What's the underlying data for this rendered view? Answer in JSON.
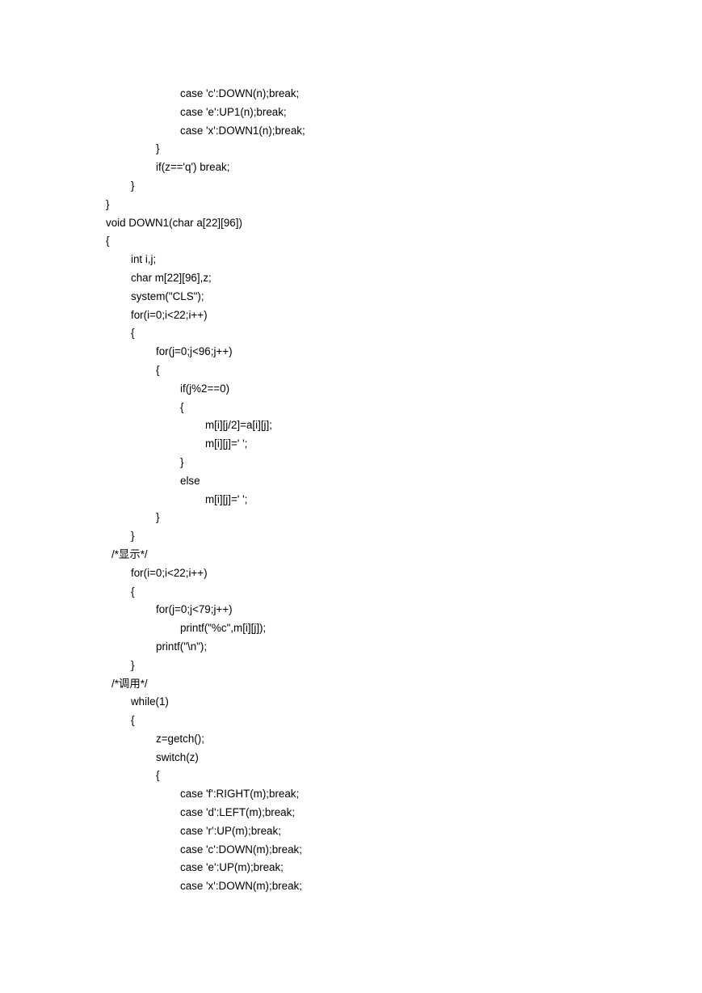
{
  "document": {
    "lines": [
      {
        "indent": 3,
        "text": "case 'c':DOWN(n);break;"
      },
      {
        "indent": 3,
        "text": "case 'e':UP1(n);break;"
      },
      {
        "indent": 3,
        "text": "case 'x':DOWN1(n);break;"
      },
      {
        "indent": 2,
        "text": "}"
      },
      {
        "indent": 2,
        "text": "if(z=='q') break;"
      },
      {
        "indent": 1,
        "text": "}"
      },
      {
        "indent": 0,
        "text": "}"
      },
      {
        "indent": 0,
        "text": "void DOWN1(char a[22][96])"
      },
      {
        "indent": 0,
        "text": "{"
      },
      {
        "indent": 1,
        "text": "int i,j;"
      },
      {
        "indent": 1,
        "text": "char m[22][96],z;"
      },
      {
        "indent": 1,
        "text": "system(\"CLS\");"
      },
      {
        "indent": 1,
        "text": "for(i=0;i<22;i++)"
      },
      {
        "indent": 1,
        "text": "{"
      },
      {
        "indent": 2,
        "text": "for(j=0;j<96;j++)"
      },
      {
        "indent": 2,
        "text": "{"
      },
      {
        "indent": 3,
        "text": "if(j%2==0)"
      },
      {
        "indent": 3,
        "text": "{"
      },
      {
        "indent": 4,
        "text": "m[i][j/2]=a[i][j];"
      },
      {
        "indent": 4,
        "text": "m[i][j]=' ';"
      },
      {
        "indent": 3,
        "text": "}"
      },
      {
        "indent": 3,
        "text": "else"
      },
      {
        "indent": 4,
        "text": "m[i][j]=' ';"
      },
      {
        "indent": 2,
        "text": "}"
      },
      {
        "indent": 1,
        "text": "}"
      },
      {
        "indent": 0,
        "comment": true,
        "text": "/*显示*/"
      },
      {
        "indent": 1,
        "text": "for(i=0;i<22;i++)"
      },
      {
        "indent": 1,
        "text": "{"
      },
      {
        "indent": 2,
        "text": "for(j=0;j<79;j++)"
      },
      {
        "indent": 3,
        "text": "printf(\"%c\",m[i][j]);"
      },
      {
        "indent": 2,
        "text": "printf(\"\\n\");"
      },
      {
        "indent": 1,
        "text": "}"
      },
      {
        "indent": 0,
        "comment": true,
        "text": "/*调用*/"
      },
      {
        "indent": 1,
        "text": "while(1)"
      },
      {
        "indent": 1,
        "text": "{"
      },
      {
        "indent": 2,
        "text": "z=getch();"
      },
      {
        "indent": 2,
        "text": "switch(z)"
      },
      {
        "indent": 2,
        "text": "{"
      },
      {
        "indent": 3,
        "text": "case 'f':RIGHT(m);break;"
      },
      {
        "indent": 3,
        "text": "case 'd':LEFT(m);break;"
      },
      {
        "indent": 3,
        "text": "case 'r':UP(m);break;"
      },
      {
        "indent": 3,
        "text": "case 'c':DOWN(m);break;"
      },
      {
        "indent": 3,
        "text": "case 'e':UP(m);break;"
      },
      {
        "indent": 3,
        "text": "case 'x':DOWN(m);break;"
      }
    ]
  }
}
